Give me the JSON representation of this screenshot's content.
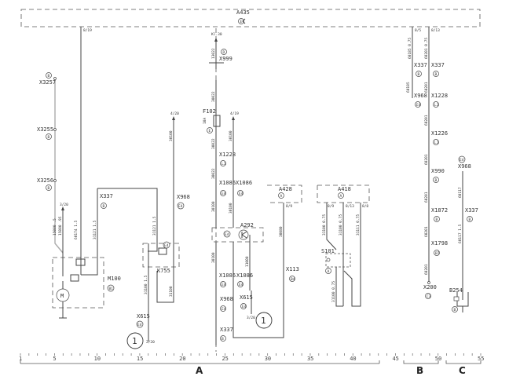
{
  "diagram": {
    "top_module": {
      "name": "A435",
      "loc": "E"
    },
    "supply": {
      "terminal": "Kl.30"
    },
    "references": [
      "8/19",
      "3/20",
      "4/20",
      "4/19",
      "2/20",
      "3/20",
      "8/5",
      "8/13",
      "8/9",
      "8/9",
      "8/13",
      "8/8"
    ],
    "components": {
      "x3257": {
        "name": "X3257",
        "loc": "B"
      },
      "x3255": {
        "name": "X3255",
        "loc": "B"
      },
      "x3256": {
        "name": "X3256",
        "loc": "B"
      },
      "x337_a": {
        "name": "X337",
        "loc": "B"
      },
      "m100": {
        "name": "M100",
        "loc": "B1",
        "symbol": "M"
      },
      "x968_a": {
        "name": "X968",
        "loc": "E4"
      },
      "k755": {
        "name": "K755",
        "loc": "E4"
      },
      "x615_a": {
        "name": "X615",
        "loc": "E4"
      },
      "x999": {
        "name": "X999",
        "loc": "D"
      },
      "f102": {
        "name": "F102",
        "loc": "E",
        "rating": "10A"
      },
      "x1228_a": {
        "name": "X1228",
        "loc": "L1"
      },
      "x1086_a": {
        "name": "X1086",
        "loc": "E4"
      },
      "x1086_b": {
        "name": "X1086",
        "loc": "E4"
      },
      "a292": {
        "name": "A292",
        "loc": "E4"
      },
      "x1086_c": {
        "name": "X1086",
        "loc": "E4"
      },
      "x1086_d": {
        "name": "X1086",
        "loc": "E4"
      },
      "x968_b": {
        "name": "X968",
        "loc": "E4"
      },
      "x337_b": {
        "name": "X337",
        "loc": "B"
      },
      "x615_b": {
        "name": "X615",
        "loc": "E4"
      },
      "a428": {
        "name": "A428",
        "loc": "A"
      },
      "x113": {
        "name": "X113",
        "loc": "B4"
      },
      "a418": {
        "name": "A418",
        "loc": "A"
      },
      "s101": {
        "name": "S101",
        "loc": "A"
      },
      "x337_c": {
        "name": "X337",
        "loc": "B"
      },
      "x337_d": {
        "name": "X337",
        "loc": "B"
      },
      "x968_c": {
        "name": "X968",
        "loc": "E4"
      },
      "x1228_b": {
        "name": "X1228",
        "loc": "L1"
      },
      "x1226": {
        "name": "X1226",
        "loc": "L1"
      },
      "x990": {
        "name": "X990",
        "loc": "B"
      },
      "x1872": {
        "name": "X1872",
        "loc": "B"
      },
      "x1798": {
        "name": "X1798",
        "loc": "B7"
      },
      "x200": {
        "name": "X200",
        "loc": "C3"
      },
      "x968_d": {
        "name": "X968",
        "loc": "E4"
      },
      "x337_e": {
        "name": "X337",
        "loc": "B"
      },
      "b254": {
        "name": "B254",
        "loc": "B"
      }
    },
    "wires": [
      "15080 .5",
      "15080 .95",
      "60174 1.5",
      "31121 1.5",
      "31121 1.5",
      "30100",
      "31100 1.5",
      "31100",
      "13022",
      "30022",
      "30022",
      "30022",
      "30100",
      "30100",
      "30100",
      "30100",
      "11000",
      "30080",
      "31100 0.75",
      "31100 0.75",
      "31111 0.75",
      "31100 0.75",
      "60185 0.75",
      "60201 0.75",
      "60185",
      "60201",
      "60201",
      "60201",
      "60201",
      "60201",
      "60201",
      "60117",
      "60117 1.5"
    ],
    "callout": "1"
  },
  "ruler": {
    "ticks": [
      "1",
      "5",
      "10",
      "15",
      "20",
      "25",
      "30",
      "35",
      "40",
      "45",
      "50",
      "55"
    ],
    "sections": [
      "A",
      "B",
      "C"
    ]
  }
}
